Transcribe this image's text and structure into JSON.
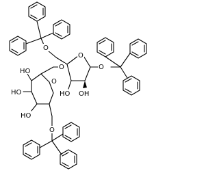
{
  "molecule": {
    "atom_labels": {
      "o_trityl_top": "O",
      "o_trityl_right": "O",
      "o_trityl_bottom": "O",
      "o_glycosidic": "O",
      "o_furanose_ring": "O",
      "o_pyranose_ring": "O",
      "oh_furanose_3": "HO",
      "oh_furanose_4": "OH",
      "oh_pyranose_2": "HO",
      "oh_pyranose_3": "HO",
      "oh_pyranose_4": "HO"
    },
    "trityl_groups": 3,
    "phenyl_rings": 9
  }
}
